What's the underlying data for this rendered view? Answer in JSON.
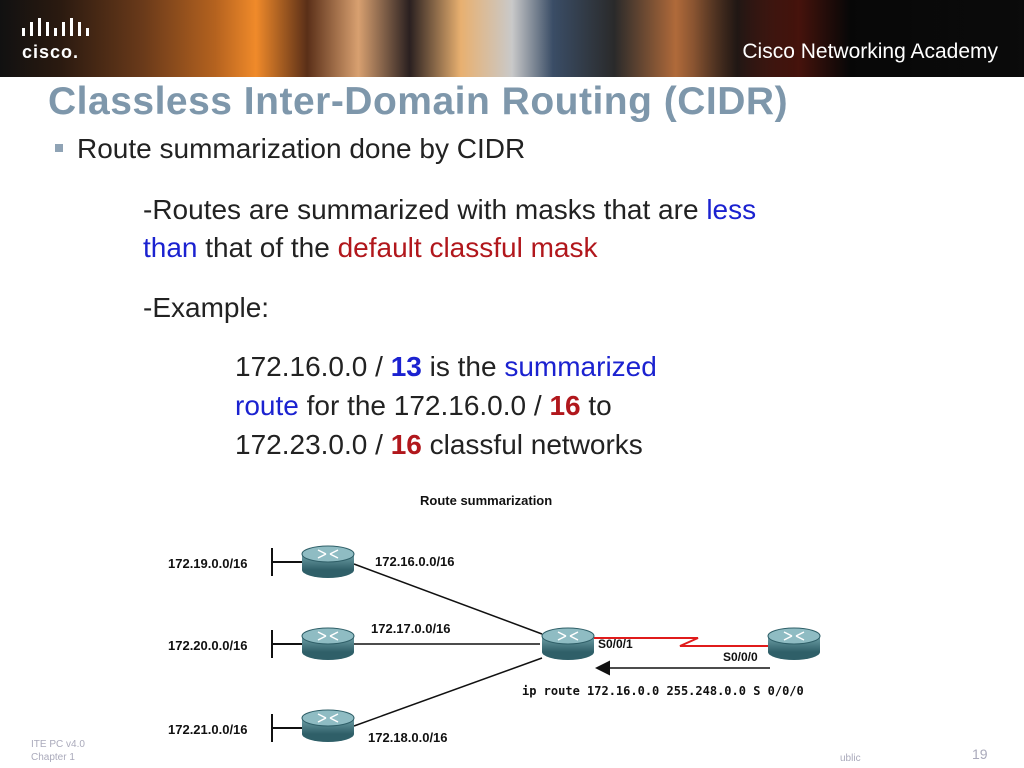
{
  "header": {
    "logo_text": "cisco.",
    "academy": "Cisco Networking Academy"
  },
  "slide": {
    "title": "Classless Inter-Domain Routing (CIDR)",
    "bullet": "Route summarization done by CIDR",
    "line1_a": "-Routes are summarized with masks that are ",
    "line1_b": "less",
    "line2_a": "than",
    "line2_b": " that of the ",
    "line2_c": "default classful mask",
    "example_label": "-Example:",
    "ex1_a": "172.16.0.0 / ",
    "ex1_b": "13",
    "ex1_c": " is the ",
    "ex1_d": "summarized",
    "ex2_a": "route",
    "ex2_b": " for the 172.16.0.0 / ",
    "ex2_c": "16",
    "ex2_d": " to",
    "ex3_a": "172.23.0.0 / ",
    "ex3_b": "16",
    "ex3_c": " classful networks"
  },
  "diagram": {
    "title": "Route summarization",
    "lan1": "172.19.0.0/16",
    "lan2": "172.20.0.0/16",
    "lan3": "172.21.0.0/16",
    "link1": "172.16.0.0/16",
    "link2": "172.17.0.0/16",
    "link3": "172.18.0.0/16",
    "iface_left": "S0/0/1",
    "iface_right": "S0/0/0",
    "command": "ip route 172.16.0.0 255.248.0.0 S 0/0/0"
  },
  "footer": {
    "line1": "ITE PC v4.0",
    "line2": "Chapter 1",
    "mid": "ublic",
    "page": "19"
  }
}
